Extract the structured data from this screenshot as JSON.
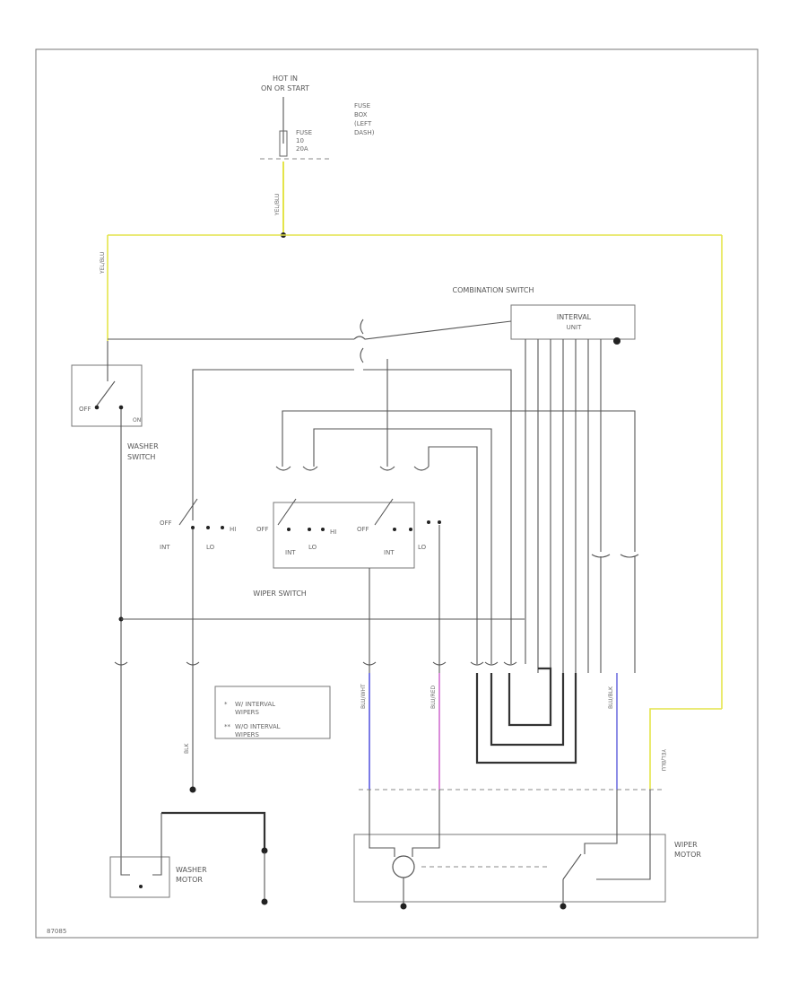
{
  "diagram": {
    "power": {
      "line1": "HOT IN",
      "line2": "ON OR START"
    },
    "fuse": {
      "line1": "FUSE",
      "line2": "10",
      "line3": "20A"
    },
    "fuse_box": {
      "line1": "FUSE",
      "line2": "BOX",
      "line3": "(LEFT",
      "line4": "DASH)"
    },
    "combination_switch": "COMBINATION SWITCH",
    "interval_unit": {
      "line1": "INTERVAL",
      "line2": "UNIT"
    },
    "washer_switch": {
      "line1": "WASHER",
      "line2": "SWITCH"
    },
    "wiper_switch": "WIPER SWITCH",
    "washer_motor": {
      "line1": "WASHER",
      "line2": "MOTOR"
    },
    "wiper_motor": {
      "line1": "WIPER",
      "line2": "MOTOR"
    },
    "legend": [
      {
        "symbol": "*",
        "text1": "W/ INTERVAL",
        "text2": "WIPERS"
      },
      {
        "symbol": "**",
        "text1": "W/O INTERVAL",
        "text2": "WIPERS"
      }
    ],
    "contacts": {
      "off": "OFF",
      "int": "INT",
      "lo": "LO",
      "hi": "HI"
    },
    "wire_colors": {
      "yellow": "YEL/BLU",
      "blue": "BLU/WHT",
      "pink": "BLU/RED",
      "black": "BLK",
      "blue_black": "BLU/BLK"
    },
    "figure_id": "87085"
  },
  "colors": {
    "yellow": "#e4e44a",
    "blue": "#5a5ae0",
    "pink": "#d070d0",
    "wire": "#555555"
  }
}
